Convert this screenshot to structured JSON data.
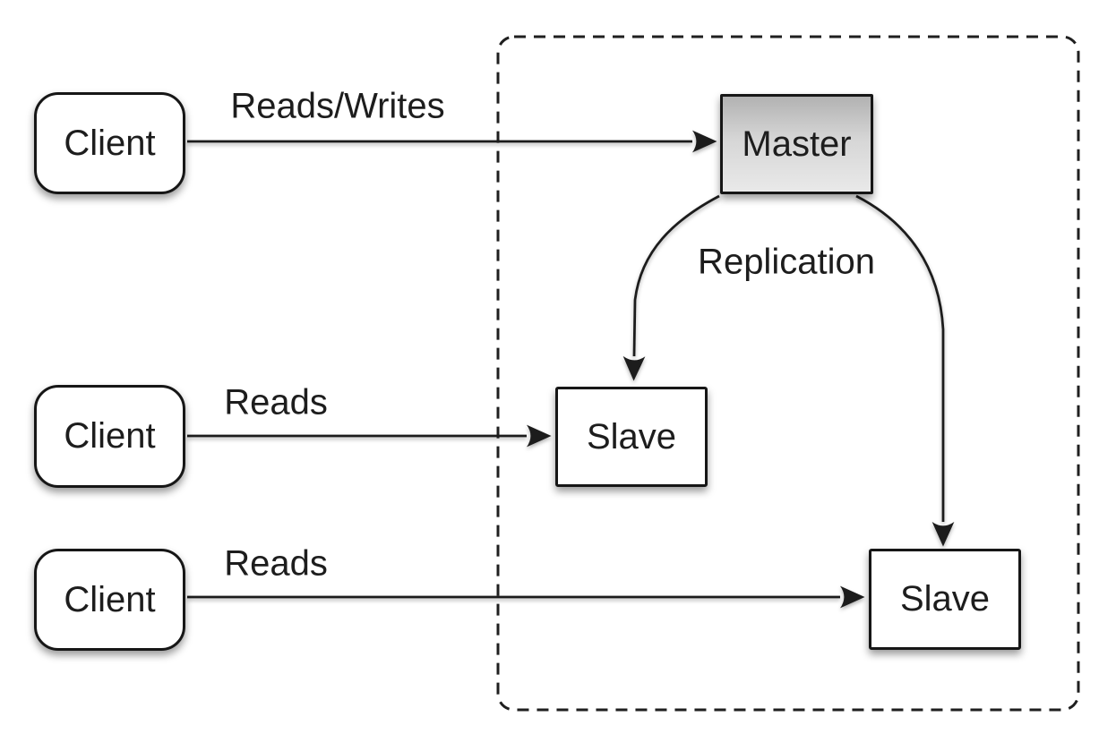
{
  "diagram": {
    "nodes": {
      "client1": {
        "label": "Client"
      },
      "client2": {
        "label": "Client"
      },
      "client3": {
        "label": "Client"
      },
      "master": {
        "label": "Master"
      },
      "slave1": {
        "label": "Slave"
      },
      "slave2": {
        "label": "Slave"
      }
    },
    "edge_labels": {
      "client1_master": "Reads/Writes",
      "client2_slave1": "Reads",
      "client3_slave2": "Reads",
      "replication": "Replication"
    },
    "colors": {
      "line": "#1a1a1a",
      "box_border": "#161616",
      "box_fill": "#ffffff",
      "master_fill_top": "#b2b2b2",
      "master_fill_bottom": "#e9e9e9",
      "background": "#ffffff"
    }
  }
}
